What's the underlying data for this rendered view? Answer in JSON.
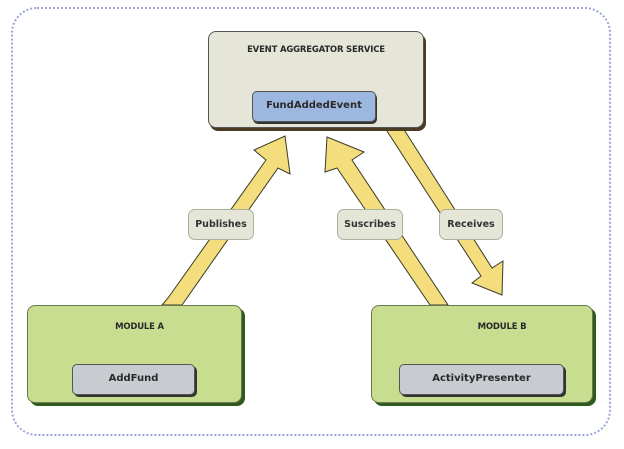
{
  "service": {
    "title": "EVENT AGGREGATOR SERVICE",
    "event": "FundAddedEvent"
  },
  "modules": [
    {
      "title": "MODULE A",
      "component": "AddFund"
    },
    {
      "title": "MODULE B",
      "component": "ActivityPresenter"
    }
  ],
  "connections": [
    {
      "label": "Publishes",
      "from": "MODULE A",
      "to": "EVENT AGGREGATOR SERVICE"
    },
    {
      "label": "Suscribes",
      "from": "MODULE B",
      "to": "EVENT AGGREGATOR SERVICE"
    },
    {
      "label": "Receives",
      "from": "EVENT AGGREGATOR SERVICE",
      "to": "MODULE B"
    }
  ],
  "colors": {
    "service_fill": "#e6e6d8",
    "event_fill": "#9db8e0",
    "module_fill": "#c9dd90",
    "component_fill": "#c8cbd0",
    "arrow_fill": "#f4dd7c",
    "label_fill": "#e5e6d8",
    "outer_border": "#9aa6d6"
  }
}
